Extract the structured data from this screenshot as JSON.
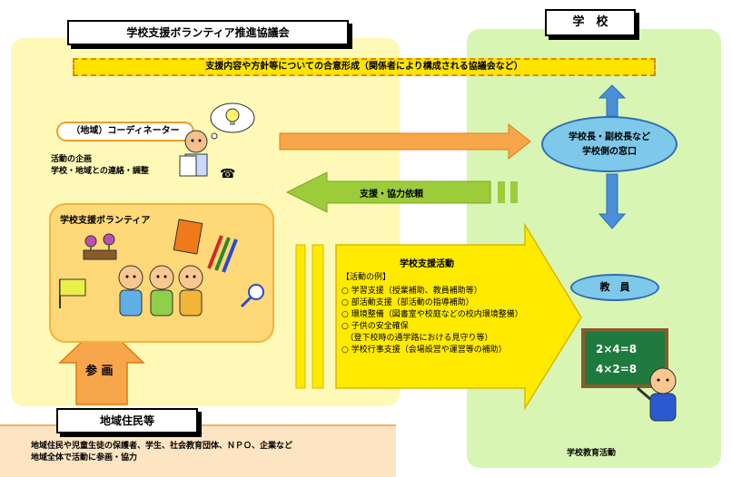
{
  "council": {
    "title": "学校支援ボランティア推進協議会"
  },
  "school": {
    "title": "学　校"
  },
  "consensus_banner": "支援内容や方針等についての合意形成（関係者により構成される協議会など）",
  "coordinator": {
    "title": "（地域）コーディネーター",
    "duties": [
      "活動の企画",
      "学校・地域との連絡・調整"
    ]
  },
  "principal": {
    "line1": "学校長・副校長など",
    "line2": "学校側の窓口"
  },
  "request_arrow": {
    "label": "支援・協力依頼"
  },
  "volunteers": {
    "title": "学校支援ボランティア"
  },
  "activities": {
    "title": "学校支援活動",
    "examples_header": "【活動の例】",
    "items": [
      "○ 学習支援（授業補助、教員補助等）",
      "○ 部活動支援（部活動の指導補助）",
      "○ 環境整備（図書室や校庭などの校内環境整備）",
      "○ 子供の安全確保",
      "　（登下校時の通学路における見守り等）",
      "○ 学校行事支援（会場設営や運営等の補助）"
    ]
  },
  "teacher": {
    "label": "教　員"
  },
  "participation": {
    "label": "参 画"
  },
  "residents": {
    "title": "地域住民等",
    "lines": [
      "地域住民や児童生徒の保護者、学生、社会教育団体、ＮＰＯ、企業など",
      "地域全体で活動に参画・協力"
    ]
  },
  "school_activity": {
    "label": "学校教育活動"
  },
  "blackboard": {
    "lines": [
      "2×4=8",
      "4×2=8"
    ]
  },
  "colors": {
    "council_bg": "#fff9b8",
    "school_bg": "#d8f5b4",
    "orange_arrow": "#f7a64b",
    "green_arrow": "#9ccc3a",
    "blue_oval": "#7ec8ea",
    "yellow_activity": "#ffea00",
    "blackboard": "#1f7a3f"
  }
}
